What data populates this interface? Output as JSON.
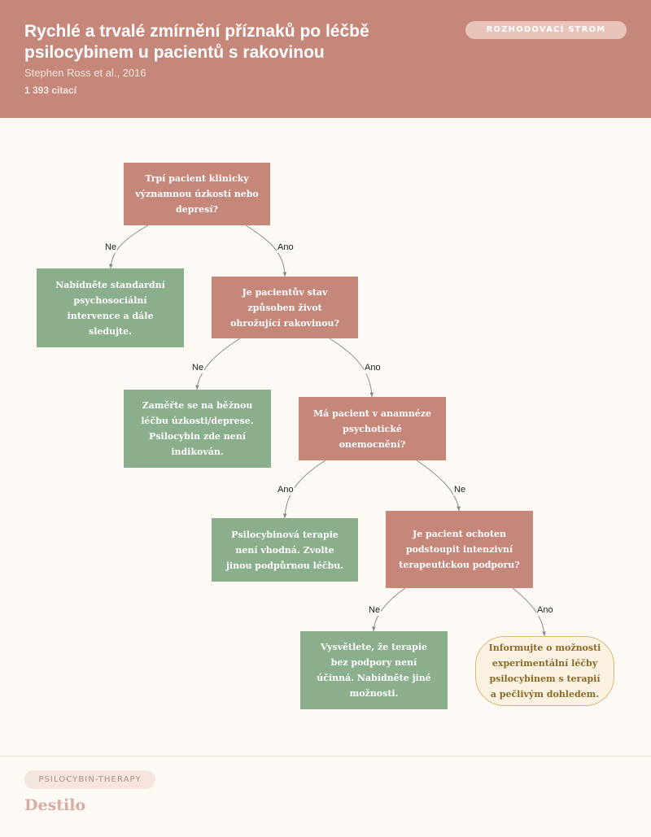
{
  "header": {
    "title": "Rychlé a trvalé zmírnění příznaků po léčbě psilocybinem u pacientů s rakovinou",
    "author": "Stephen Ross et al., 2016",
    "citations": "1 393 citací",
    "badge": "ROZHODOVACÍ STROM"
  },
  "diagram": {
    "nodes": {
      "q1": "Trpí pacient klinicky významnou úzkostí nebo depresí?",
      "a1": "Nabídněte standardní psychosociální intervence a dále sledujte.",
      "q2": "Je pacientův stav způsoben život ohrožující rakovinou?",
      "a2": "Zaměřte se na běžnou léčbu úzkosti/deprese. Psilocybin zde není indikován.",
      "q3": "Má pacient v anamnéze psychotické onemocnění?",
      "a3": "Psilocybinová terapie není vhodná. Zvolte jinou podpůrnou léčbu.",
      "q4": "Je pacient ochoten podstoupit intenzivní terapeutickou podporu?",
      "a4": "Vysvětlete, že terapie bez podpory není účinná. Nabídněte jiné možnosti.",
      "a5": "Informujte o možnosti experimentální léčby psilocybinem s terapií a pečlivým dohledem."
    },
    "edges": {
      "q1_no": "Ne",
      "q1_yes": "Ano",
      "q2_no": "Ne",
      "q2_yes": "Ano",
      "q3_yes": "Ano",
      "q3_no": "Ne",
      "q4_no": "Ne",
      "q4_yes": "Ano"
    },
    "colors": {
      "question": "#c4877a",
      "action": "#8bae8c",
      "final_fill": "#fbf2e2",
      "final_border": "#d9b87a"
    }
  },
  "footer": {
    "tag": "PSILOCYBIN-THERAPY",
    "brand": "Destilo"
  }
}
